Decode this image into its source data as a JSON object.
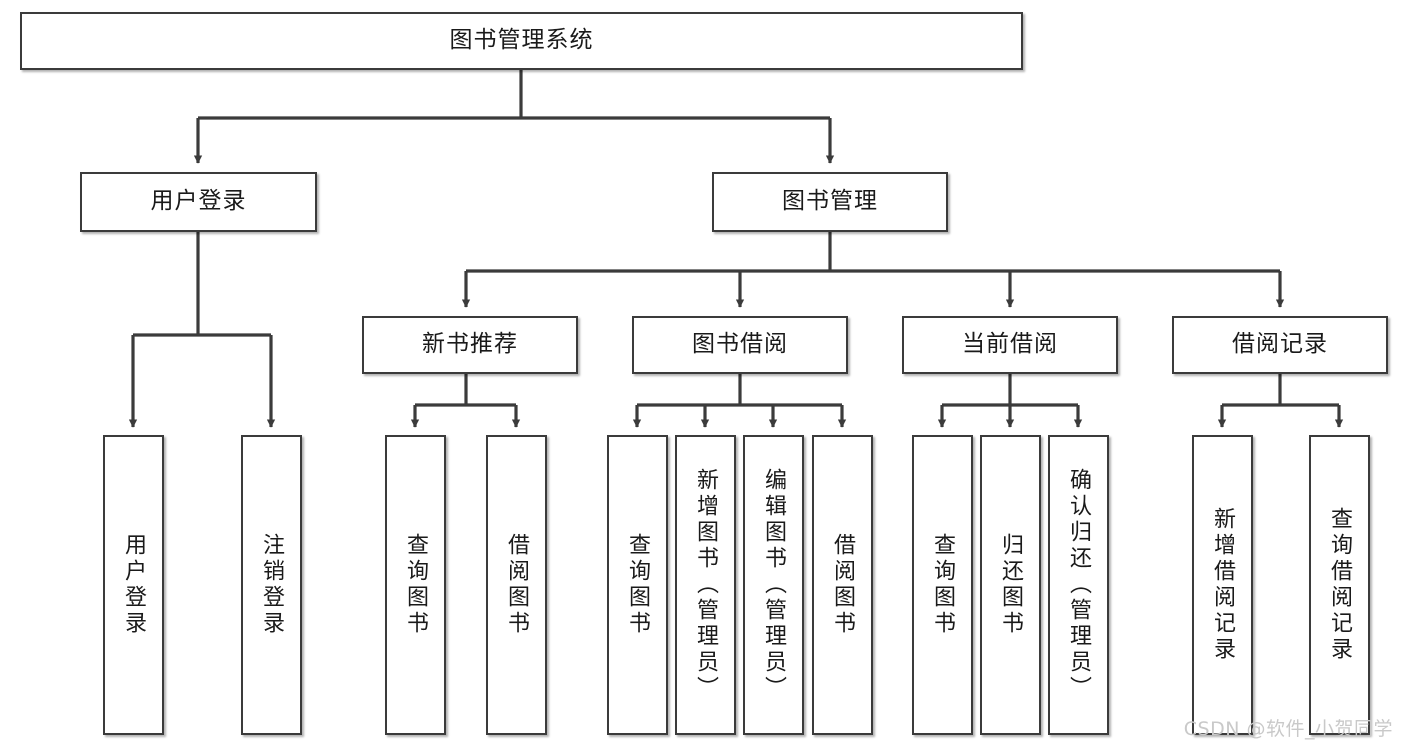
{
  "diagram": {
    "type": "tree-hierarchy-diagram",
    "title": "图书管理系统",
    "orientation": "top-down",
    "line_color": "#3b3b3b",
    "box_border_color": "#3b3b3b",
    "background_color": "#ffffff",
    "watermark": "CSDN @软件_小贺同学",
    "watermark_color": "#c9c9c9"
  },
  "nodes": {
    "root": {
      "label": "图书管理系统"
    },
    "level1": [
      {
        "label": "用户登录"
      },
      {
        "label": "图书管理"
      }
    ],
    "level2": [
      {
        "label": "新书推荐"
      },
      {
        "label": "图书借阅"
      },
      {
        "label": "当前借阅"
      },
      {
        "label": "借阅记录"
      }
    ],
    "leaves": {
      "user_login": [
        {
          "label": "用户登录"
        },
        {
          "label": "注销登录"
        }
      ],
      "new_book_recommend": [
        {
          "label": "查询图书"
        },
        {
          "label": "借阅图书"
        }
      ],
      "book_borrow": [
        {
          "label": "查询图书"
        },
        {
          "label": "新增图书（管理员）"
        },
        {
          "label": "编辑图书（管理员）"
        },
        {
          "label": "借阅图书"
        }
      ],
      "current_borrow": [
        {
          "label": "查询图书"
        },
        {
          "label": "归还图书"
        },
        {
          "label": "确认归还（管理员）"
        }
      ],
      "borrow_record": [
        {
          "label": "新增借阅记录"
        },
        {
          "label": "查询借阅记录"
        }
      ]
    }
  }
}
